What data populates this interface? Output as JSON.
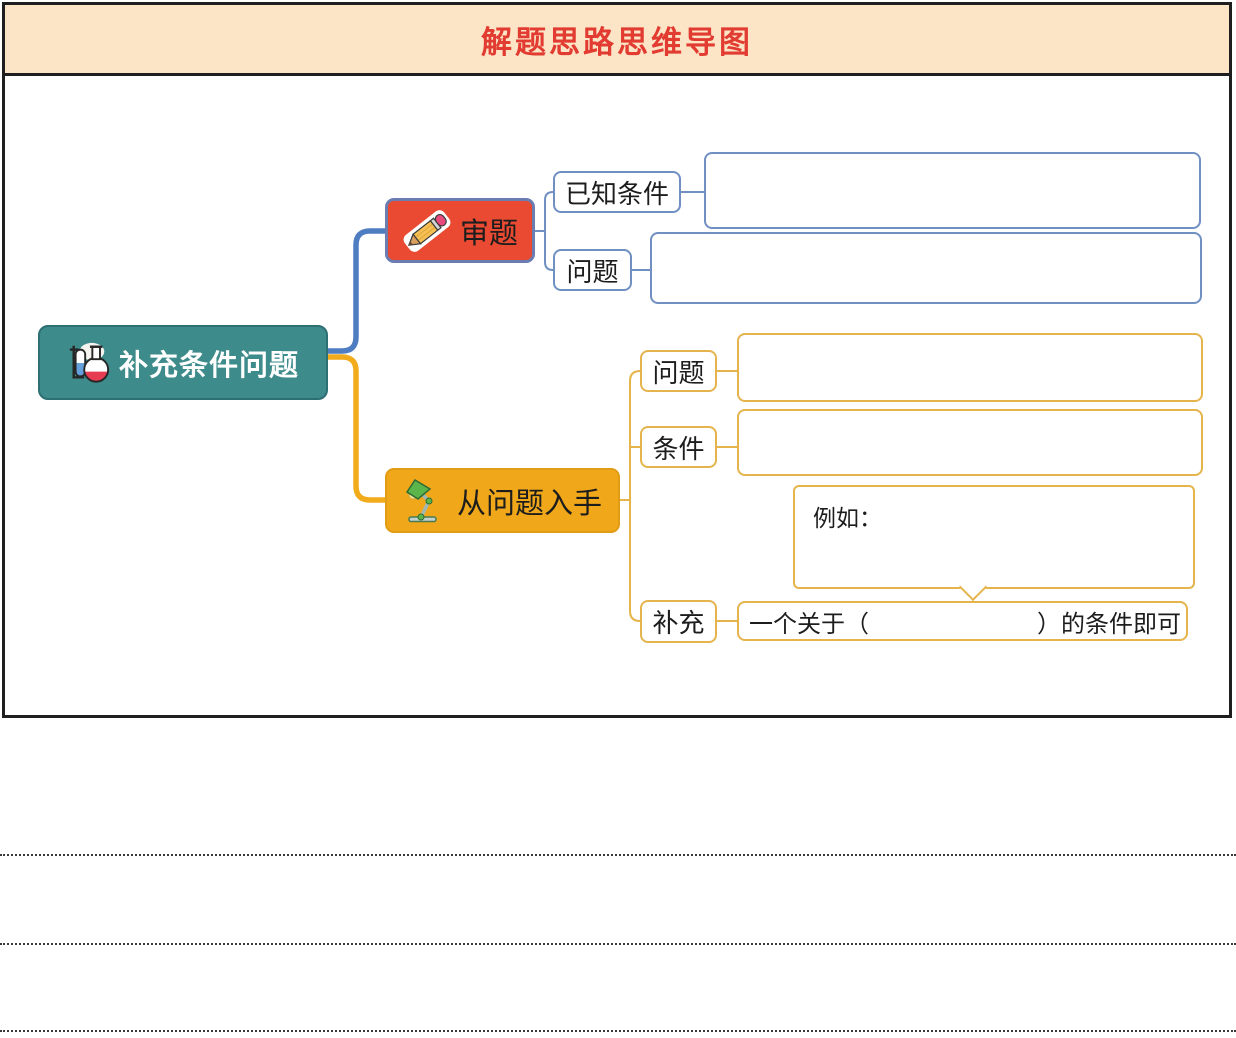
{
  "header": {
    "title": "解题思路思维导图"
  },
  "palette": {
    "header_bg": "#fce5c6",
    "header_text": "#e23b31",
    "frame_border": "#1f1f1f",
    "root_fill": "#3e8b8b",
    "root_text": "#ffffff",
    "branch1_fill": "#e94a31",
    "branch1_border": "#6b7db0",
    "branch1_line": "#4f7dc2",
    "branch1_child_line": "#7090c2",
    "branch2_fill": "#f0a81a",
    "branch2_line": "#f1ab1b",
    "branch2_child_line": "#e5b44c",
    "text": "#1d1d1d"
  },
  "mindmap": {
    "root": {
      "label": "补充条件问题",
      "icon": "flask-icon"
    },
    "branches": [
      {
        "label": "审题",
        "icon": "pencil-icon",
        "children": [
          {
            "label": "已知条件",
            "content": ""
          },
          {
            "label": "问题",
            "content": ""
          }
        ]
      },
      {
        "label": "从问题入手",
        "icon": "lamp-icon",
        "children": [
          {
            "label": "问题",
            "content": ""
          },
          {
            "label": "条件",
            "content": ""
          },
          {
            "label": "补充",
            "callout": "例如：",
            "content": "一个关于（　　　　　　　）的条件即可"
          }
        ]
      }
    ]
  },
  "notes": {
    "ruled_line_count": 3
  }
}
